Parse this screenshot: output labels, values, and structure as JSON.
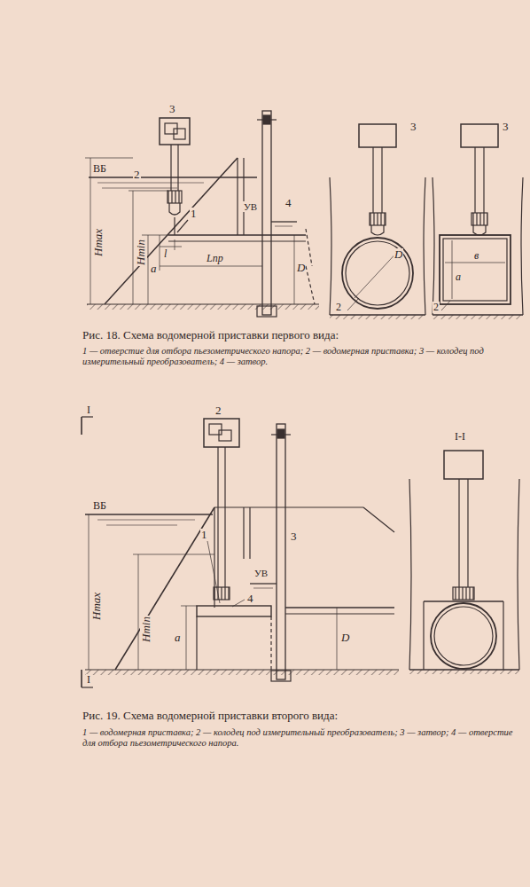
{
  "diagram": {
    "labels": [
      "3",
      "ВБ",
      "2",
      "4",
      "УВ",
      "1",
      "Hmax",
      "Hmin",
      "l",
      "Lпр",
      "a",
      "D",
      "3",
      "3",
      "D",
      "2",
      "в",
      "a",
      "2",
      "Рис. 18. Схема водомерной приставки первого вида:",
      "1 — отверстие для отбора пьезометрического напора; 2 — водомерная приставка; 3 — колодец под измерительный преобразователь; 4 — затвор.",
      "I",
      "2",
      "1",
      "ВБ",
      "3",
      "УВ",
      "4",
      "Hmax",
      "Hmin",
      "a",
      "D",
      "I",
      "I-I",
      "Рис. 19. Схема водомерной приставки второго вида:",
      "1 — водомерная приставка; 2 — колодец под измерительный преобразователь; 3 — затвор; 4 — отверстие для отбора пьезометрического напора."
    ]
  }
}
